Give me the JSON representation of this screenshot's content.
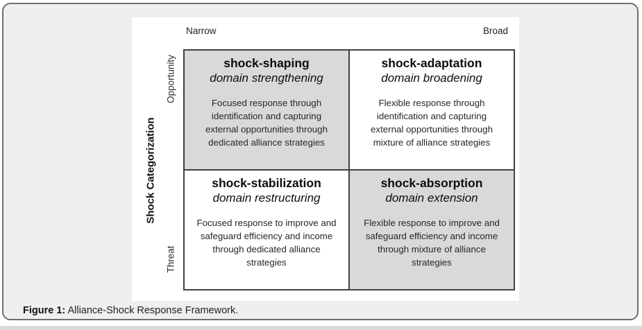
{
  "figure": {
    "caption": {
      "label": "Figure 1:",
      "text": " Alliance-Shock Response Framework."
    },
    "axis": {
      "x_left": "Narrow",
      "x_right": "Broad",
      "y_title": "Shock Categorization",
      "y_top": "Opportunity",
      "y_bottom": "Threat"
    },
    "quadrants": [
      {
        "position": "top-left",
        "shaded": true,
        "title": "shock-shaping",
        "subtitle": "domain strengthening",
        "body": "Focused response through\nidentification and capturing\nexternal opportunities through\ndedicated alliance strategies"
      },
      {
        "position": "top-right",
        "shaded": false,
        "title": "shock-adaptation",
        "subtitle": "domain broadening",
        "body": "Flexible response through\nidentification and capturing\nexternal opportunities through\nmixture of alliance strategies"
      },
      {
        "position": "bottom-left",
        "shaded": false,
        "title": "shock-stabilization",
        "subtitle": "domain restructuring",
        "body": "Focused response to improve and\nsafeguard efficiency and income\nthrough dedicated alliance\nstrategies"
      },
      {
        "position": "bottom-right",
        "shaded": true,
        "title": "shock-absorption",
        "subtitle": "domain extension",
        "body": "Flexible response to improve and\nsafeguard  efficiency and income\nthrough mixture of alliance\nstrategies"
      }
    ],
    "colors": {
      "card_background": "#efefef",
      "card_border": "#6d6d6d",
      "panel_background": "#ffffff",
      "matrix_border": "#404040",
      "shaded_quadrant": "#d9d9d9"
    }
  }
}
